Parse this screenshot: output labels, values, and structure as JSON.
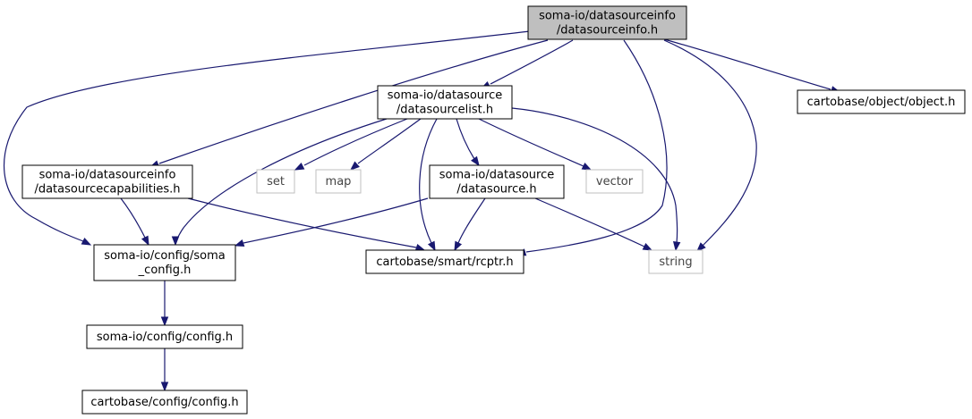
{
  "graph": {
    "colors": {
      "edge": "#191970",
      "node_border": "#000000",
      "node_external_border": "#bfbfbf",
      "root_fill": "#bfbfbf",
      "node_fill": "#ffffff"
    },
    "nodes": [
      {
        "id": "root",
        "lines": [
          "soma-io/datasourceinfo",
          "/datasourceinfo.h"
        ],
        "kind": "root"
      },
      {
        "id": "object",
        "lines": [
          "cartobase/object/object.h"
        ],
        "kind": "header"
      },
      {
        "id": "dslist",
        "lines": [
          "soma-io/datasource",
          "/datasourcelist.h"
        ],
        "kind": "header"
      },
      {
        "id": "caps",
        "lines": [
          "soma-io/datasourceinfo",
          "/datasourcecapabilities.h"
        ],
        "kind": "header"
      },
      {
        "id": "set",
        "lines": [
          "set"
        ],
        "kind": "external"
      },
      {
        "id": "map",
        "lines": [
          "map"
        ],
        "kind": "external"
      },
      {
        "id": "ds",
        "lines": [
          "soma-io/datasource",
          "/datasource.h"
        ],
        "kind": "header"
      },
      {
        "id": "vector",
        "lines": [
          "vector"
        ],
        "kind": "external"
      },
      {
        "id": "somaconfig",
        "lines": [
          "soma-io/config/soma",
          "_config.h"
        ],
        "kind": "header"
      },
      {
        "id": "rcptr",
        "lines": [
          "cartobase/smart/rcptr.h"
        ],
        "kind": "header"
      },
      {
        "id": "string",
        "lines": [
          "string"
        ],
        "kind": "external"
      },
      {
        "id": "config",
        "lines": [
          "soma-io/config/config.h"
        ],
        "kind": "header"
      },
      {
        "id": "cbconfig",
        "lines": [
          "cartobase/config/config.h"
        ],
        "kind": "header"
      }
    ],
    "edges": [
      {
        "from": "root",
        "to": "object"
      },
      {
        "from": "root",
        "to": "dslist"
      },
      {
        "from": "root",
        "to": "caps"
      },
      {
        "from": "root",
        "to": "somaconfig"
      },
      {
        "from": "root",
        "to": "rcptr"
      },
      {
        "from": "root",
        "to": "string"
      },
      {
        "from": "dslist",
        "to": "set"
      },
      {
        "from": "dslist",
        "to": "map"
      },
      {
        "from": "dslist",
        "to": "ds"
      },
      {
        "from": "dslist",
        "to": "vector"
      },
      {
        "from": "dslist",
        "to": "somaconfig"
      },
      {
        "from": "dslist",
        "to": "rcptr"
      },
      {
        "from": "dslist",
        "to": "string"
      },
      {
        "from": "caps",
        "to": "somaconfig"
      },
      {
        "from": "caps",
        "to": "rcptr"
      },
      {
        "from": "ds",
        "to": "somaconfig"
      },
      {
        "from": "ds",
        "to": "rcptr"
      },
      {
        "from": "ds",
        "to": "string"
      },
      {
        "from": "somaconfig",
        "to": "config"
      },
      {
        "from": "config",
        "to": "cbconfig"
      }
    ]
  }
}
